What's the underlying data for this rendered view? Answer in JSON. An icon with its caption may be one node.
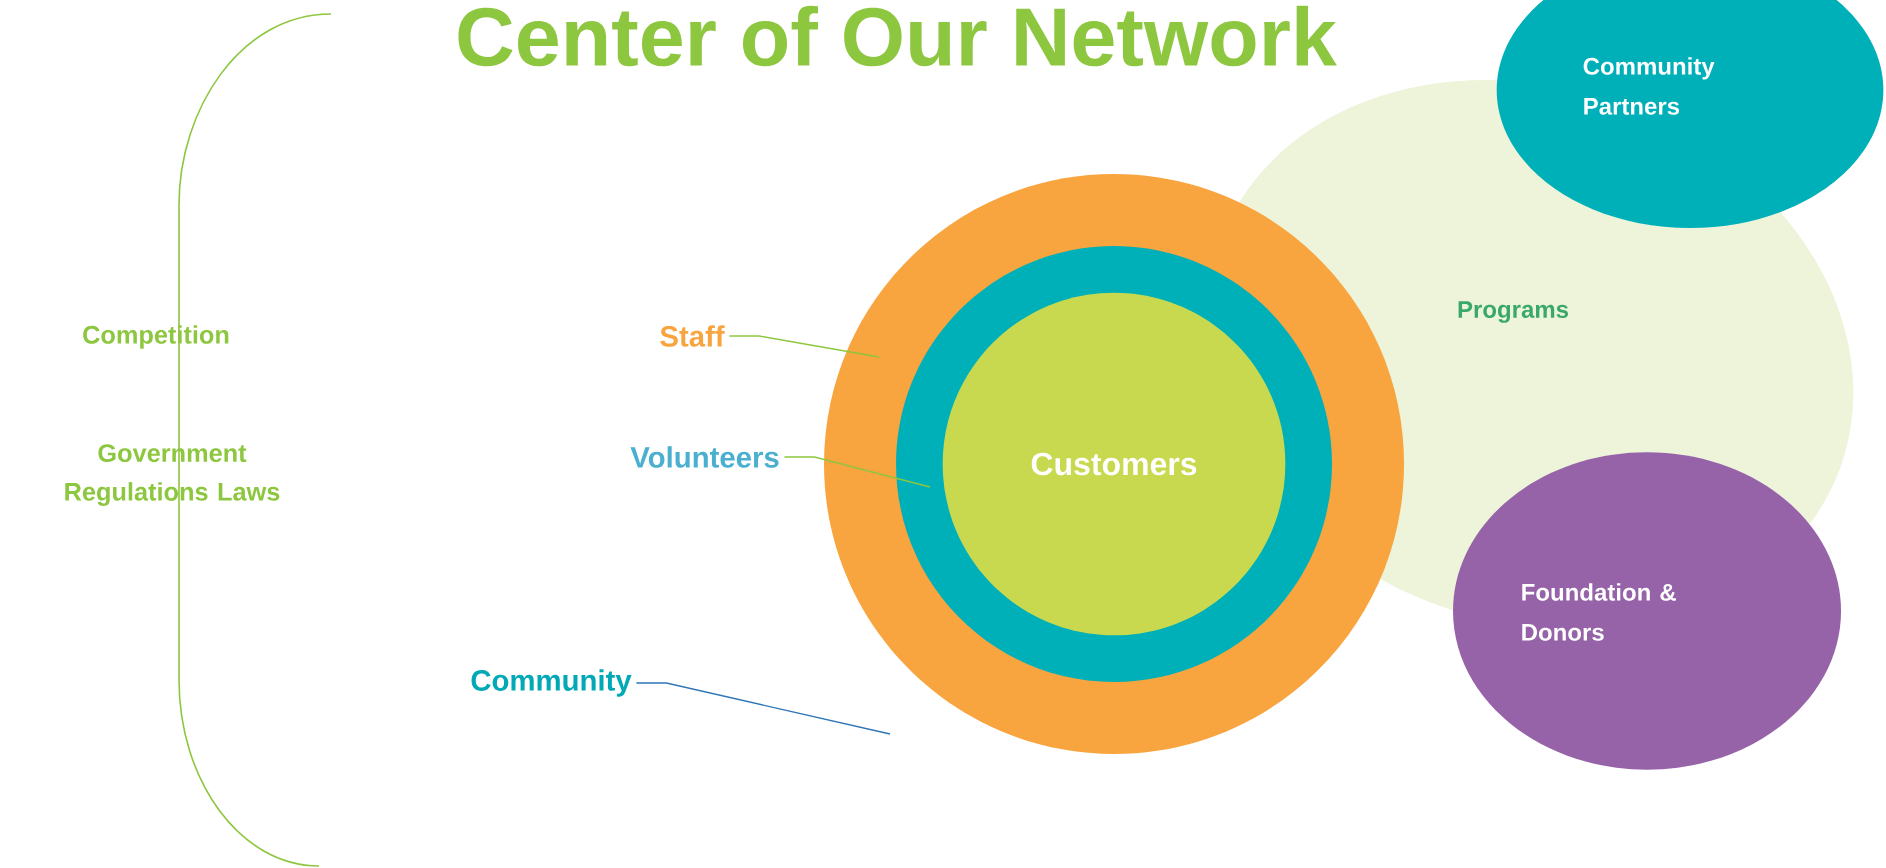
{
  "diagram": {
    "title": "Center of Our Network",
    "nodes": [
      {
        "text": [
          "Staff"
        ]
      },
      {
        "text": [
          "Volunteers"
        ]
      },
      {
        "text": [
          "Community"
        ]
      },
      {
        "text": [],
        "shape": "circle"
      },
      {
        "text": [],
        "shape": "circle",
        "in": 3
      },
      {
        "text": [
          "Customers"
        ],
        "in": 4
      },
      {
        "text": [
          "Programs"
        ]
      },
      {
        "text": [
          "Community Partners"
        ]
      },
      {
        "text": [
          "Foundation & Donors"
        ]
      }
    ],
    "edges": [
      {
        "from": 0,
        "to": 3,
        "arrow": "none"
      },
      {
        "from": 1,
        "to": 4,
        "arrow": "none"
      },
      {
        "from": 2,
        "to": null,
        "arrow": "none",
        "color": "#2e75b6"
      }
    ],
    "labels": [
      "Competition",
      "Government Regulations Laws"
    ]
  }
}
